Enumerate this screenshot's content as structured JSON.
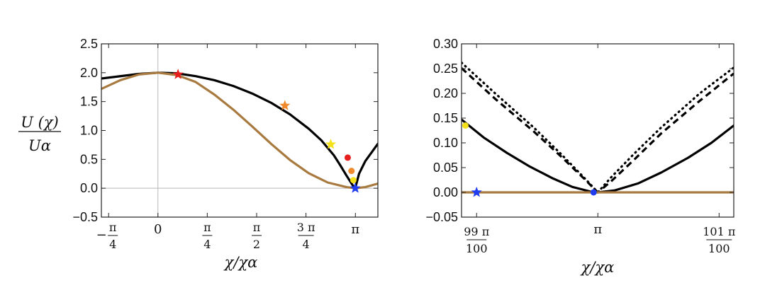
{
  "chart_data": [
    {
      "type": "line",
      "xlabel": "χ/χα",
      "ylabel_num": "U (χ)",
      "ylabel_den": "Uα",
      "xlim": [
        -0.9,
        3.5
      ],
      "ylim": [
        -0.5,
        2.5
      ],
      "yticks": [
        "2.5",
        "2.0",
        "1.5",
        "1.0",
        "0.5",
        "0.0",
        "−0.5"
      ],
      "ytick_values": [
        2.5,
        2.0,
        1.5,
        1.0,
        0.5,
        0.0,
        -0.5
      ],
      "xticks": [
        {
          "value": -0.785,
          "sign": "−",
          "num": "π",
          "den": "4"
        },
        {
          "value": 0,
          "plain": "0"
        },
        {
          "value": 0.785,
          "num": "π",
          "den": "4"
        },
        {
          "value": 1.571,
          "num": "π",
          "den": "2"
        },
        {
          "value": 2.356,
          "num": "3 π",
          "den": "4"
        },
        {
          "value": 3.142,
          "plain": "π"
        }
      ],
      "series": [
        {
          "style": "solid-black",
          "x": [
            -0.9,
            -0.6,
            -0.3,
            0,
            0.3,
            0.6,
            0.9,
            1.2,
            1.5,
            1.8,
            2.1,
            2.4,
            2.6,
            2.8,
            2.9,
            3.0,
            3.1,
            3.14,
            3.2,
            3.3,
            3.5
          ],
          "y": [
            1.9,
            1.94,
            1.98,
            2.0,
            1.99,
            1.94,
            1.87,
            1.77,
            1.64,
            1.48,
            1.28,
            1.03,
            0.83,
            0.57,
            0.4,
            0.22,
            0.05,
            0.0,
            0.25,
            0.47,
            0.77
          ]
        },
        {
          "style": "brown",
          "color": "#a87a3f",
          "x": [
            -0.9,
            -0.6,
            -0.3,
            0,
            0.3,
            0.6,
            0.9,
            1.2,
            1.5,
            1.8,
            2.1,
            2.4,
            2.7,
            3.0,
            3.14,
            3.3,
            3.5
          ],
          "y": [
            1.72,
            1.87,
            1.97,
            2.0,
            1.96,
            1.84,
            1.62,
            1.36,
            1.07,
            0.77,
            0.49,
            0.26,
            0.1,
            0.02,
            0.0,
            0.02,
            0.08
          ]
        }
      ],
      "markers": [
        {
          "shape": "star",
          "color": "#e61e1e",
          "x": 0.32,
          "y": 1.97
        },
        {
          "shape": "star",
          "color": "#f08a2c",
          "x": 2.02,
          "y": 1.43
        },
        {
          "shape": "star",
          "color": "#f3e11b",
          "x": 2.75,
          "y": 0.76
        },
        {
          "shape": "dot",
          "color": "#e61e1e",
          "x": 3.02,
          "y": 0.53
        },
        {
          "shape": "dot",
          "color": "#f08a2c",
          "x": 3.08,
          "y": 0.3
        },
        {
          "shape": "dot",
          "color": "#f3e11b",
          "x": 3.11,
          "y": 0.14
        },
        {
          "shape": "star",
          "color": "#1f3cf0",
          "x": 3.14,
          "y": 0.0
        }
      ]
    },
    {
      "type": "line",
      "xlabel": "χ/χα",
      "xlim": [
        3.1063,
        3.1768
      ],
      "ylim": [
        -0.05,
        0.3
      ],
      "yticks": [
        "0.30",
        "0.25",
        "0.20",
        "0.15",
        "0.10",
        "0.05",
        "0.00",
        "−0.05"
      ],
      "ytick_values": [
        0.3,
        0.25,
        0.2,
        0.15,
        0.1,
        0.05,
        0.0,
        -0.05
      ],
      "xticks": [
        {
          "value": 3.1102,
          "num": "99 π",
          "den": "100"
        },
        {
          "value": 3.1416,
          "plain": "π"
        },
        {
          "value": 3.173,
          "num": "101 π",
          "den": "100"
        }
      ],
      "series": [
        {
          "style": "dotted",
          "x": [
            3.1063,
            3.115,
            3.125,
            3.132,
            3.138,
            3.1416,
            3.145,
            3.151,
            3.158,
            3.168,
            3.1768
          ],
          "y": [
            0.262,
            0.2,
            0.131,
            0.078,
            0.03,
            0.0,
            0.03,
            0.078,
            0.131,
            0.2,
            0.252
          ]
        },
        {
          "style": "dashed",
          "x": [
            3.1063,
            3.115,
            3.125,
            3.132,
            3.138,
            3.1416,
            3.145,
            3.151,
            3.158,
            3.168,
            3.1768
          ],
          "y": [
            0.251,
            0.189,
            0.123,
            0.073,
            0.028,
            0.0,
            0.022,
            0.066,
            0.119,
            0.185,
            0.24
          ]
        },
        {
          "style": "solid-black",
          "x": [
            3.1063,
            3.112,
            3.118,
            3.124,
            3.13,
            3.135,
            3.1405,
            3.1416,
            3.146,
            3.152,
            3.158,
            3.165,
            3.171,
            3.1768
          ],
          "y": [
            0.147,
            0.111,
            0.08,
            0.052,
            0.028,
            0.011,
            0.0,
            0.0,
            0.004,
            0.018,
            0.04,
            0.07,
            0.1,
            0.135
          ]
        },
        {
          "style": "brown",
          "color": "#a87a3f",
          "x": [
            3.1063,
            3.1768
          ],
          "y": [
            0.0,
            0.0
          ]
        }
      ],
      "markers": [
        {
          "shape": "dot",
          "color": "#f3e11b",
          "x": 3.1073,
          "y": 0.135
        },
        {
          "shape": "star",
          "color": "#1f3cf0",
          "x": 3.1102,
          "y": 0.0
        },
        {
          "shape": "dot",
          "color": "#1f3cf0",
          "x": 3.1405,
          "y": 0.0
        }
      ]
    }
  ]
}
